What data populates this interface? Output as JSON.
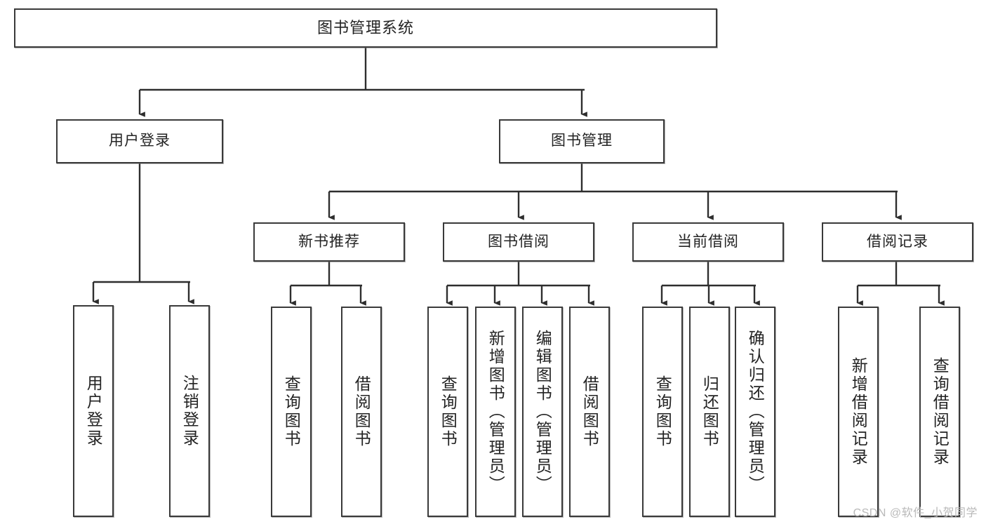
{
  "diagram": {
    "title": "图书管理系统",
    "type": "tree",
    "root": {
      "label": "图书管理系统"
    },
    "level2": [
      {
        "label": "用户登录"
      },
      {
        "label": "图书管理"
      }
    ],
    "level3": [
      {
        "label": "新书推荐"
      },
      {
        "label": "图书借阅"
      },
      {
        "label": "当前借阅"
      },
      {
        "label": "借阅记录"
      }
    ],
    "leaves": {
      "user_login": [
        {
          "label": "用户登录"
        },
        {
          "label": "注销登录"
        }
      ],
      "new_book_recommend": [
        {
          "label": "查询图书"
        },
        {
          "label": "借阅图书"
        }
      ],
      "book_borrow": [
        {
          "label": "查询图书"
        },
        {
          "label": "新增图书（管理员）"
        },
        {
          "label": "编辑图书（管理员）"
        },
        {
          "label": "借阅图书"
        }
      ],
      "current_borrow": [
        {
          "label": "查询图书"
        },
        {
          "label": "归还图书"
        },
        {
          "label": "确认归还（管理员）"
        }
      ],
      "borrow_record": [
        {
          "label": "新增借阅记录"
        },
        {
          "label": "查询借阅记录"
        }
      ]
    }
  },
  "watermark": {
    "text": "CSDN @软件_小贺同学"
  },
  "colors": {
    "border": "#3a3a3a",
    "line": "#2e2e2e",
    "text": "#232323",
    "background": "#ffffff",
    "watermark": "#b9b9b9"
  }
}
